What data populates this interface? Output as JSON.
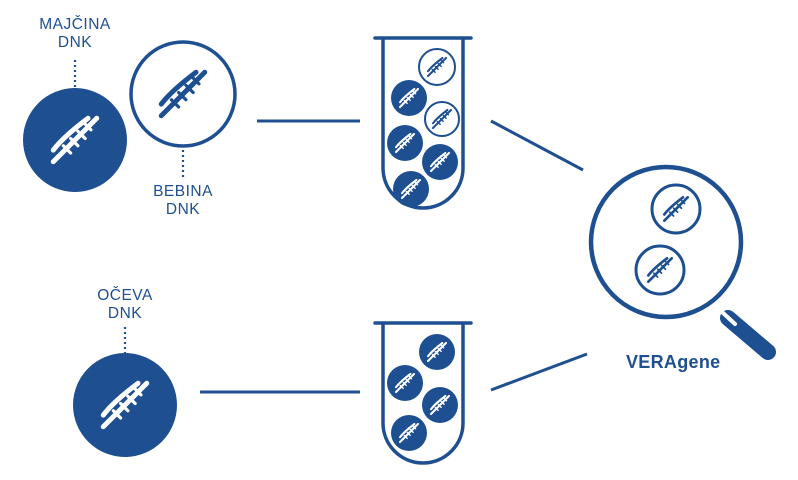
{
  "colors": {
    "primary": "#1d4f91",
    "background": "#ffffff"
  },
  "labels": {
    "mother": {
      "line1": "MAJČINA",
      "line2": "DNK"
    },
    "baby": {
      "line1": "BEBINA",
      "line2": "DNK"
    },
    "father": {
      "line1": "OČEVA",
      "line2": "DNK"
    },
    "brand": "VERAgene"
  },
  "icons": {
    "dna": "dna-helix-icon",
    "tube": "test-tube-icon",
    "magnifier": "magnifying-glass-icon"
  }
}
